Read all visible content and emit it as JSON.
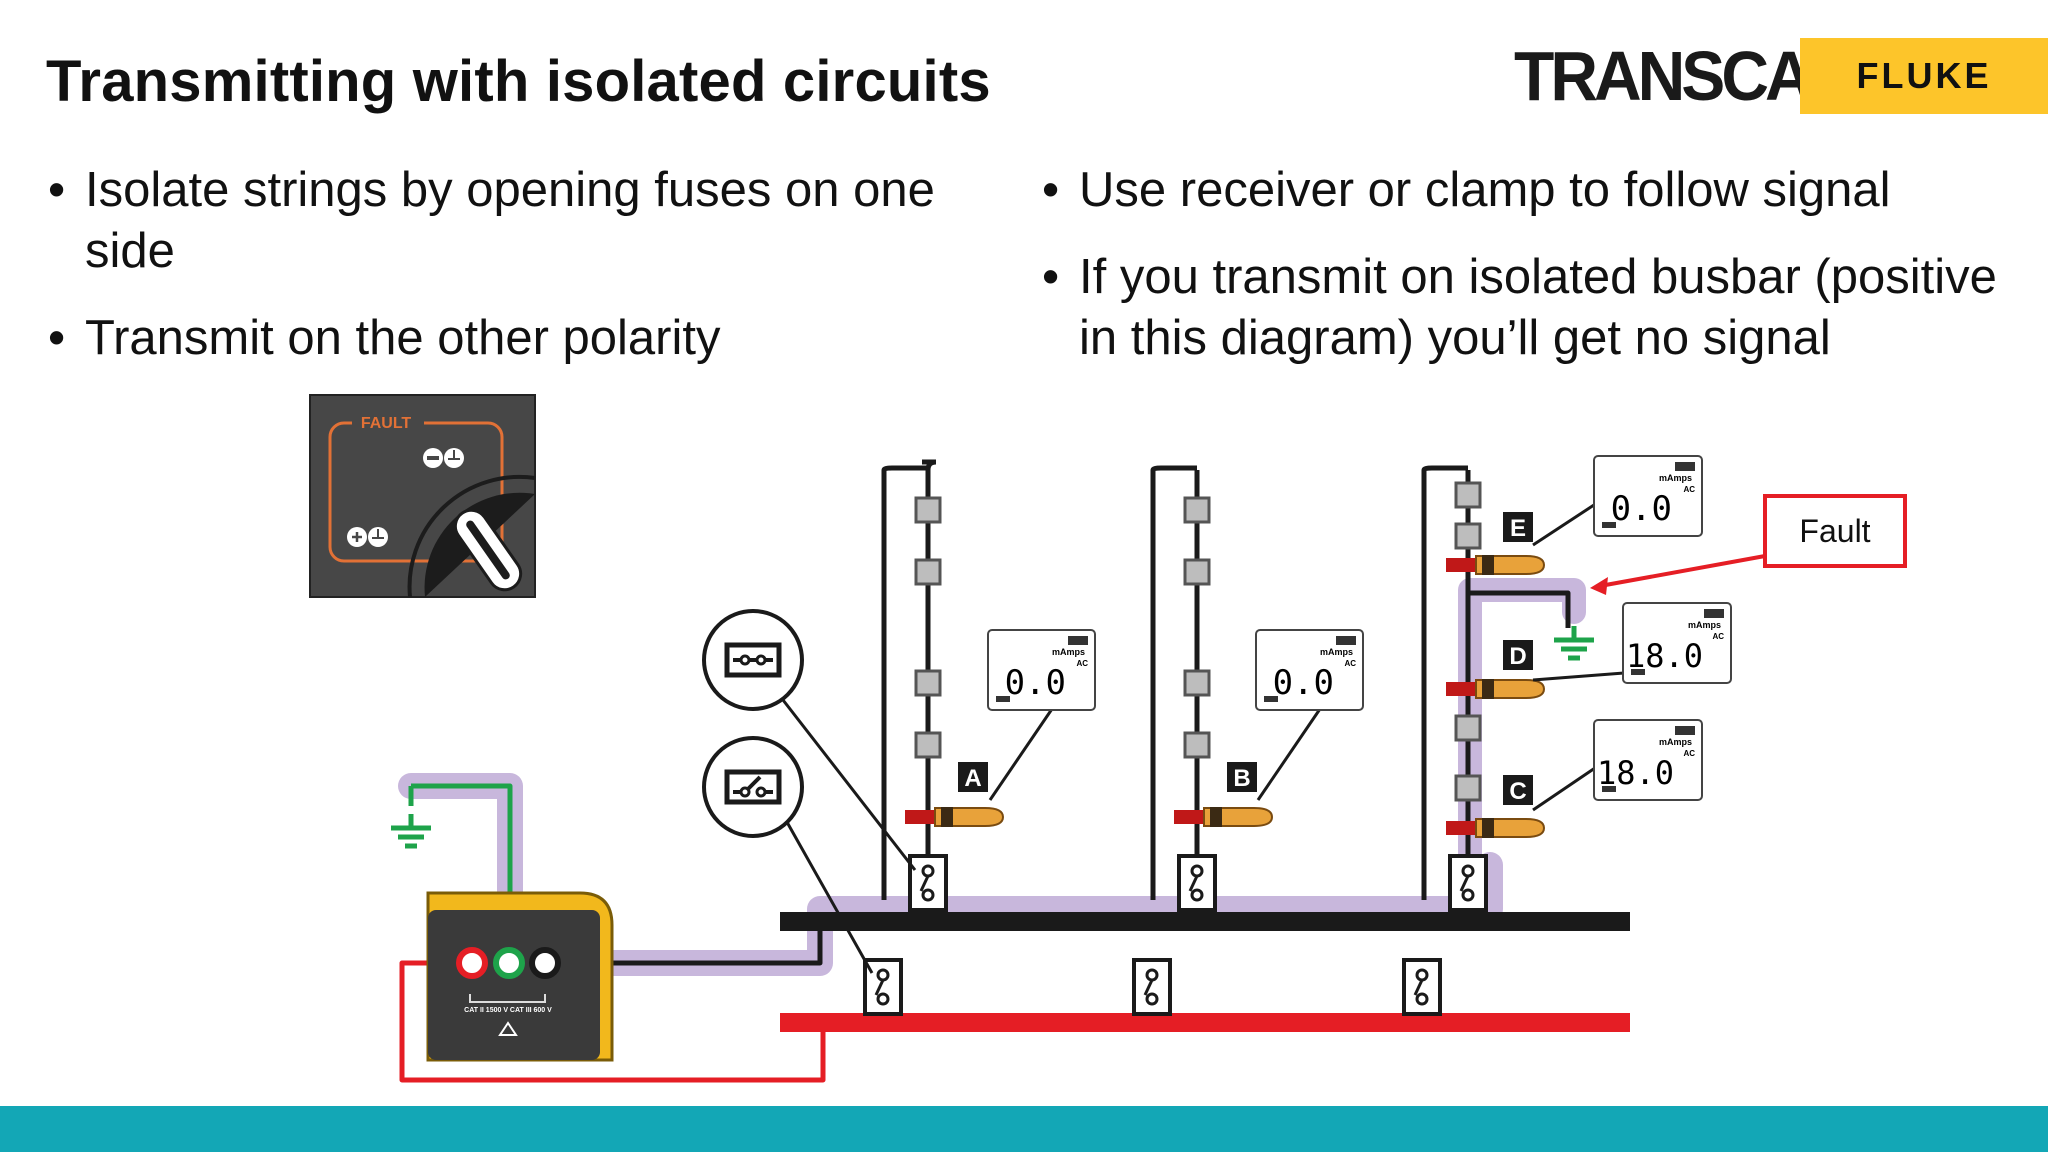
{
  "slide": {
    "title": "Transmitting with isolated circuits",
    "brand_left": "TRANSCAT",
    "brand_right": "FLUKE",
    "footer_color": "#13a7b6"
  },
  "bullets_left": [
    "Isolate strings by opening fuses on one side",
    "Transmit on the other polarity"
  ],
  "bullets_right": [
    "Use receiver or clamp to follow signal",
    "If you transmit on isolated busbar (positive in this diagram) you’ll get no signal"
  ],
  "diagram": {
    "inset_label": "FAULT",
    "callout": "Fault",
    "meter_label": "CAT II 1500 V\nCAT III 600 V",
    "readings": [
      {
        "clamp": "A",
        "value": "0.0",
        "unit": "mAmps",
        "mode": "AC"
      },
      {
        "clamp": "B",
        "value": "0.0",
        "unit": "mAmps",
        "mode": "AC"
      },
      {
        "clamp": "E",
        "value": "0.0",
        "unit": "mAmps",
        "mode": "AC"
      },
      {
        "clamp": "D",
        "value": "18.0",
        "unit": "mAmps",
        "mode": "AC"
      },
      {
        "clamp": "C",
        "value": "18.0",
        "unit": "mAmps",
        "mode": "AC"
      }
    ],
    "colors": {
      "signal_path": "#c8b7dc",
      "ground": "#1ea34a",
      "positive_bus": "#e51e25",
      "negative_bus": "#1a1a1a",
      "fault_callout": "#e51e25",
      "meter_body": "#f2b81c"
    },
    "icons": [
      "fault-selector-icon",
      "fuse-open-icon",
      "switch-open-icon",
      "ground-icon",
      "clamp-probe-icon"
    ]
  }
}
